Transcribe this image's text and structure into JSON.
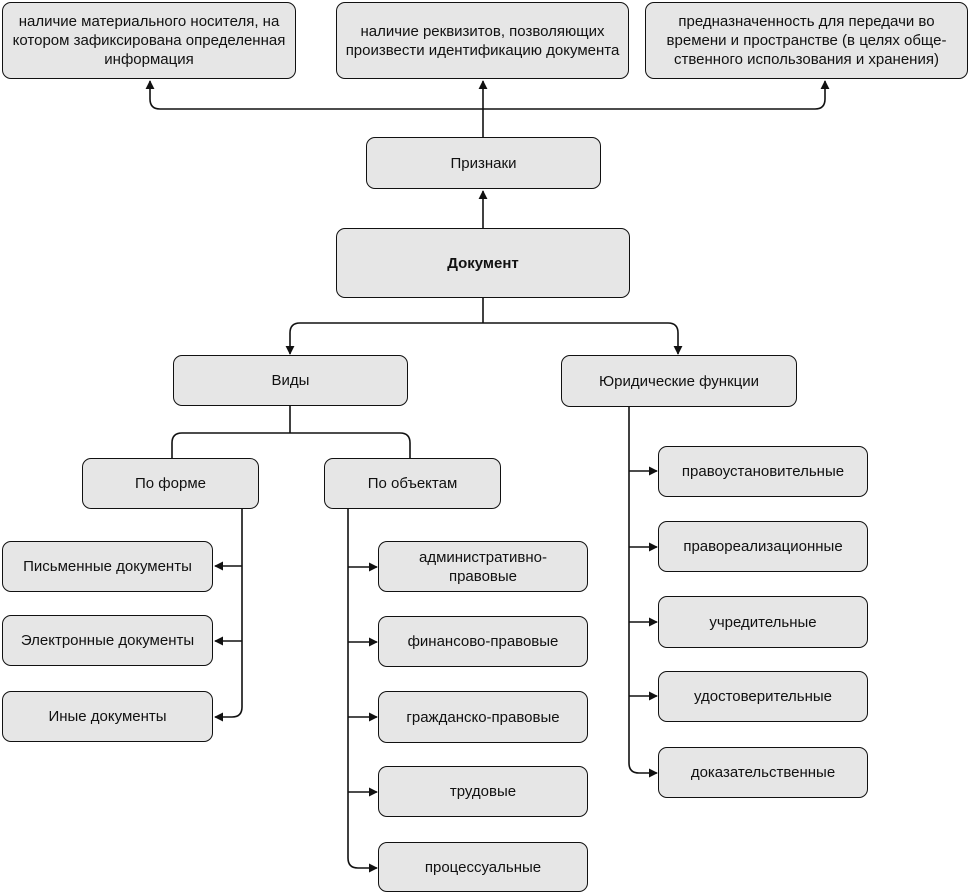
{
  "diagram": {
    "nodes": {
      "feature_1": "наличие материального носителя, на котором зафиксирована определенная информация",
      "feature_2": "наличие реквизитов, позволяющих произвести идентификацию документа",
      "feature_3": "предназначенность для передачи во времени и пространстве (в целях обще-ственного использования и хранения)",
      "features": "Признаки",
      "document": "Документ",
      "types": "Виды",
      "legal_functions": "Юридические функции",
      "by_form": "По форме",
      "by_objects": "По объектам",
      "written_docs": "Письменные документы",
      "electronic_docs": "Электронные документы",
      "other_docs": "Иные документы",
      "obj_admin": "административно-правовые",
      "obj_financial": "финансово-правовые",
      "obj_civil": "гражданско-правовые",
      "obj_labor": "трудовые",
      "obj_procedural": "процессуальные",
      "fn_lawmaking": "правоустановительные",
      "fn_implementing": "правореализационные",
      "fn_founding": "учредительные",
      "fn_certifying": "удостоверительные",
      "fn_evidential": "доказательственные"
    }
  }
}
